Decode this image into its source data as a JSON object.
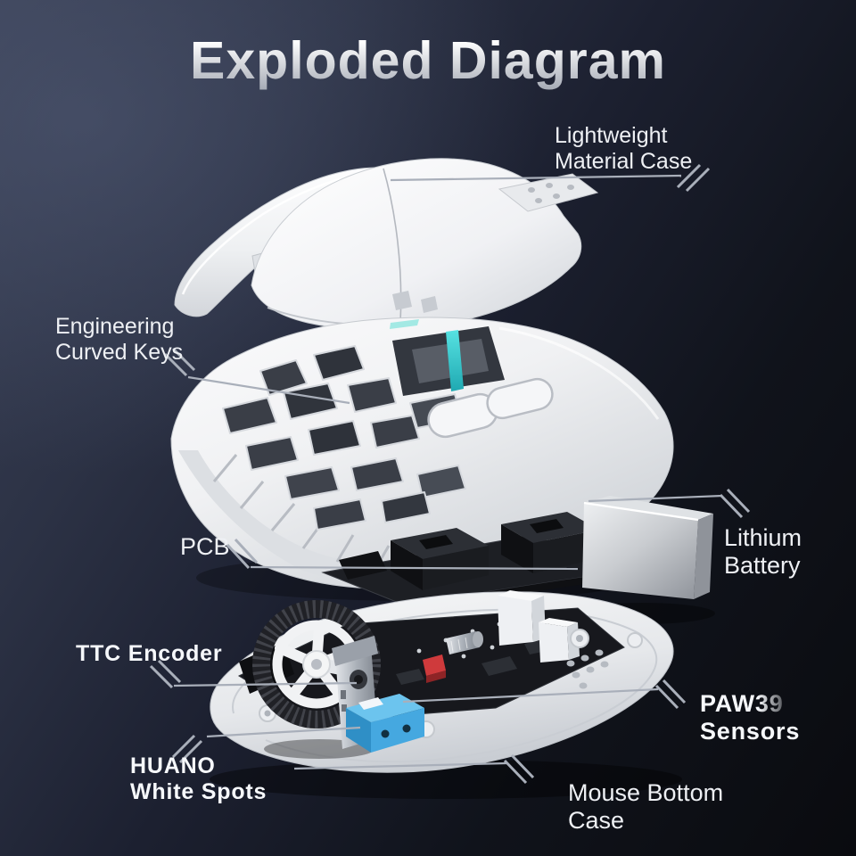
{
  "title": "Exploded Diagram",
  "parts": {
    "lightweight_case": {
      "line1": "Lightweight",
      "line2": "Material Case"
    },
    "engineering_keys": {
      "line1": "Engineering",
      "line2": "Curved Keys"
    },
    "pcb": {
      "line1": "PCB"
    },
    "lithium_battery": {
      "line1": "Lithium",
      "line2": "Battery"
    },
    "ttc_encoder": {
      "line1": "TTC Encoder"
    },
    "paw3_sensors": {
      "line1": "PAW39",
      "line2": "Sensors"
    },
    "huano_switches": {
      "line1": "HUANO",
      "line2": "White Spots"
    },
    "bottom_case": {
      "line1": "Mouse Bottom",
      "line2": "Case"
    }
  },
  "colors": {
    "bg_top_left": "#3a4156",
    "bg_mid": "#1c2030",
    "bg_bottom": "#0a0b0f",
    "title_gradient_top": "#ffffff",
    "title_gradient_bottom": "#a9aeb8",
    "label_text": "#eef0f4",
    "leader_line": "#a9afba",
    "shell_white": "#f4f5f7",
    "accent_cyan": "#3ec9cd",
    "switch_blue": "#4cb3e8",
    "battery_silver": "#c9ccd0",
    "pcb_black": "#17181d"
  }
}
